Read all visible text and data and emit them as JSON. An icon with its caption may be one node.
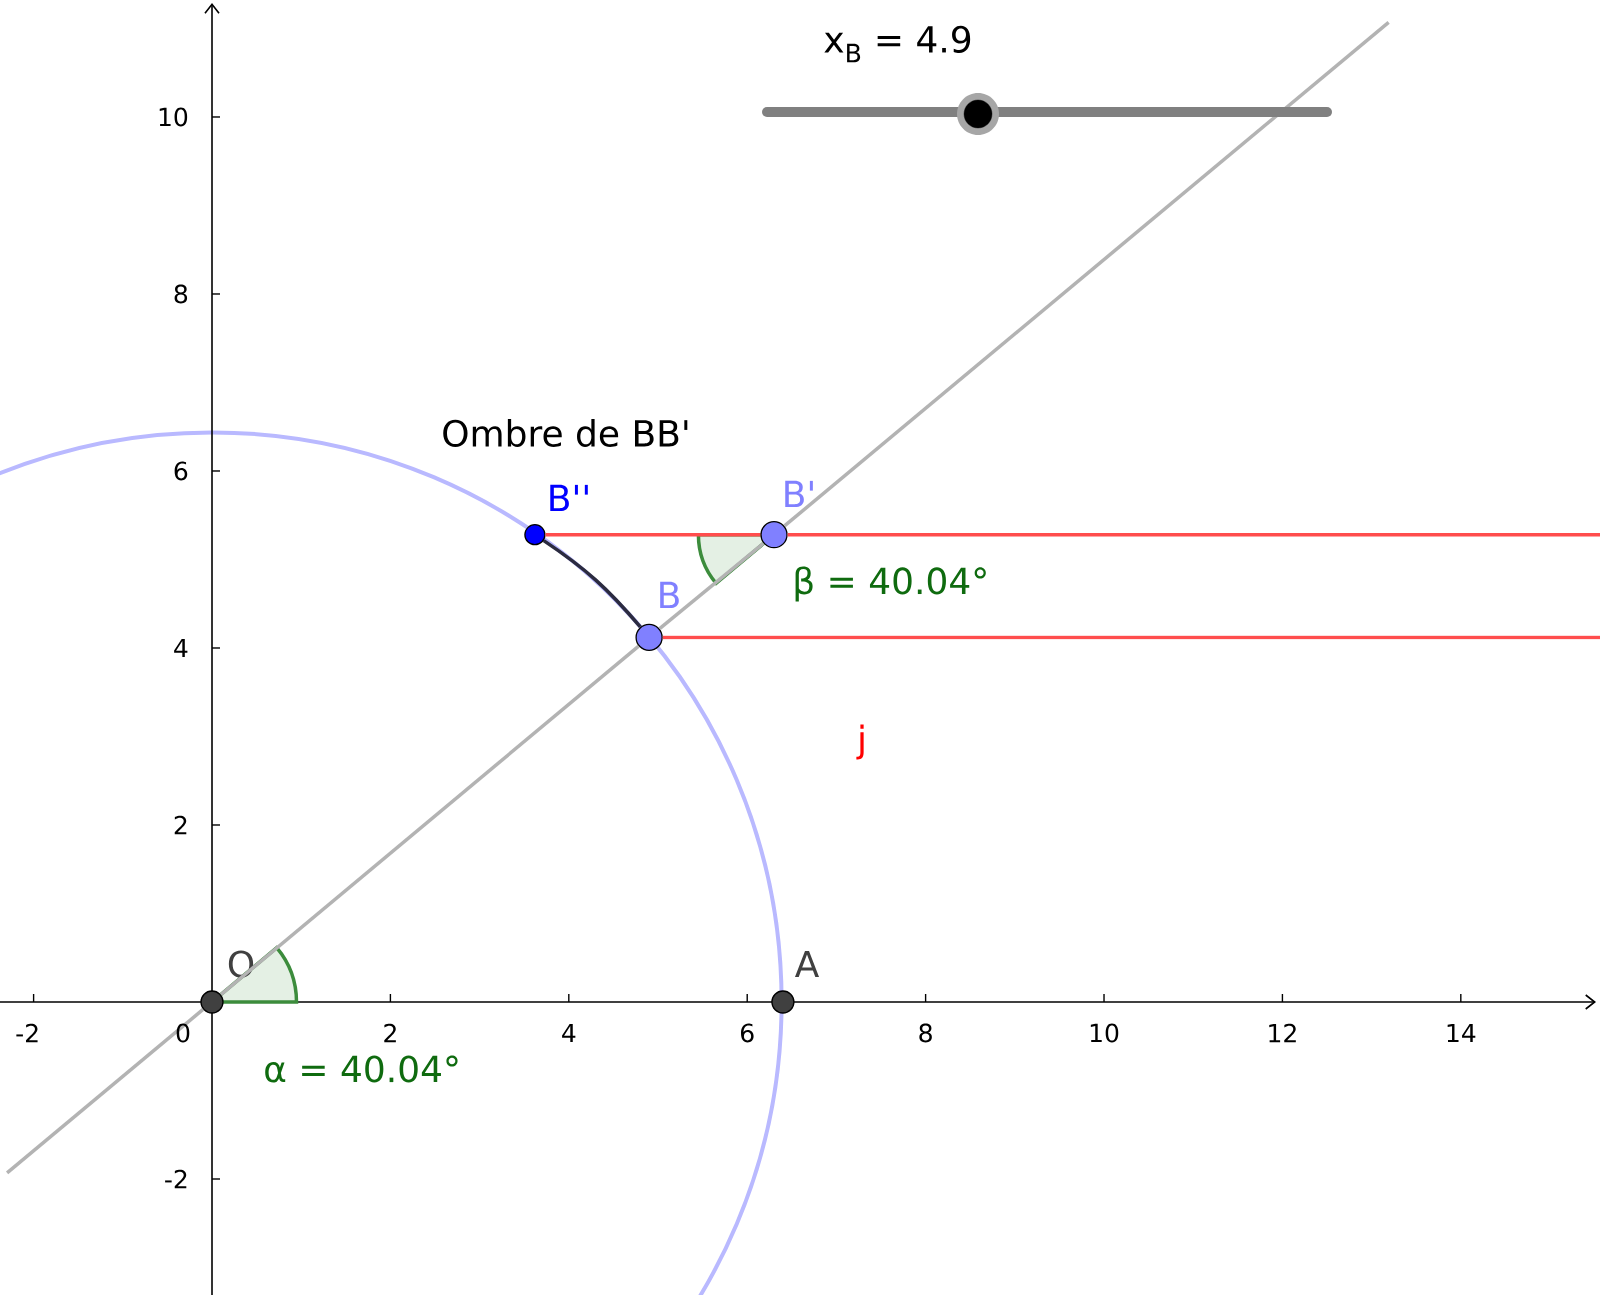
{
  "diagram": {
    "nodes": [
      {
        "text": [
          "B''"
        ]
      },
      {
        "text": [
          "B'"
        ]
      },
      {
        "text": [
          "B"
        ]
      },
      {
        "text": [
          "O"
        ]
      },
      {
        "text": [
          "A"
        ]
      }
    ],
    "edges": [
      {
        "from": 3,
        "to": 2,
        "arrow": "none"
      },
      {
        "from": 2,
        "to": 1,
        "arrow": "none"
      },
      {
        "from": 3,
        "to": null,
        "arrow": "none"
      },
      {
        "from": 1,
        "to": null,
        "arrow": "none"
      },
      {
        "from": 0,
        "to": 1,
        "arrow": "none",
        "color": "#ff4d4d"
      },
      {
        "from": 1,
        "to": null,
        "arrow": "none",
        "color": "#ff4d4d"
      },
      {
        "from": 2,
        "to": null,
        "arrow": "none",
        "color": "#ff4d4d"
      },
      {
        "from": 0,
        "to": 2,
        "arrow": "none",
        "color": "#2b2b40"
      }
    ],
    "labels": [
      "x$_{B}$ = 4.9",
      "10",
      "8",
      "Ombre de BB'",
      "6",
      "β = 40.04°",
      "4",
      "j",
      "2",
      "-2",
      "0",
      "2",
      "4",
      "6",
      "8",
      "10",
      "12",
      "14",
      "α = 40.04°",
      "-2"
    ]
  }
}
